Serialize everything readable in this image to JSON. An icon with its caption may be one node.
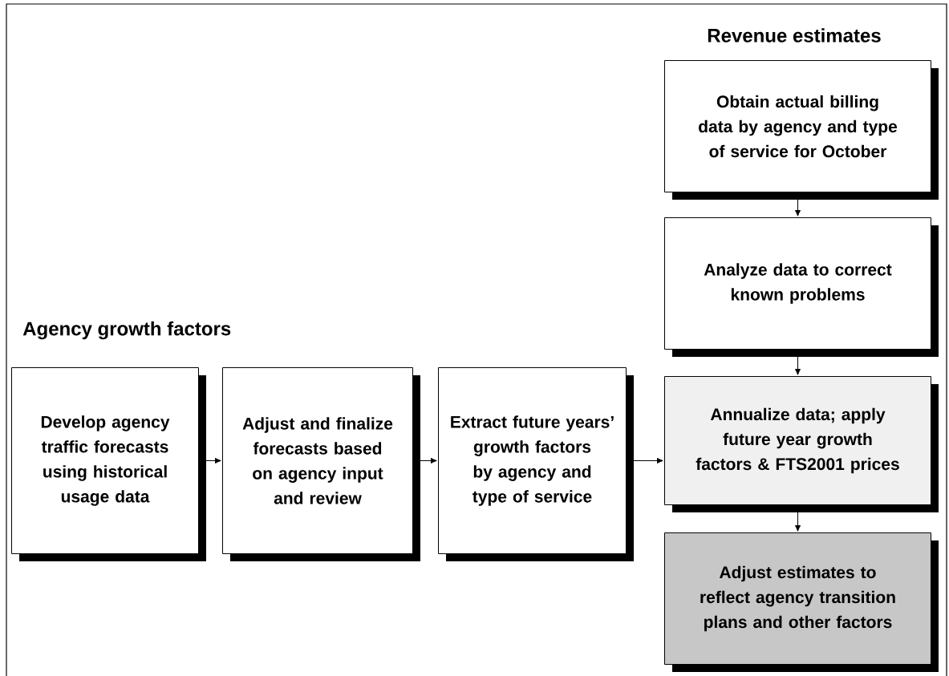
{
  "diagram": {
    "nodes": [
      {
        "text": [
          "Develop agency traffic forecasts using historical usage data"
        ]
      },
      {
        "text": [
          "Adjust and finalize forecasts based on agency input and review"
        ]
      },
      {
        "text": [
          "Extract future years’ growth factors by agency and type of service"
        ]
      },
      {
        "text": [
          "Obtain actual billing data by agency and type of service for October"
        ]
      },
      {
        "text": [
          "Analyze data to correct known problems"
        ]
      },
      {
        "text": [
          "Annualize data; apply future year growth factors & FTS2001 prices"
        ]
      },
      {
        "text": [
          "Adjust estimates to reflect agency transition plans and other factors"
        ]
      }
    ],
    "edges": [
      {
        "from": 0,
        "to": 1,
        "arrow": "to"
      },
      {
        "from": 1,
        "to": 2,
        "arrow": "to"
      },
      {
        "from": 2,
        "to": 5,
        "arrow": "to"
      },
      {
        "from": 3,
        "to": 4,
        "arrow": "to"
      },
      {
        "from": 4,
        "to": 5,
        "arrow": "to"
      },
      {
        "from": 5,
        "to": 6,
        "arrow": "to"
      }
    ],
    "labels": [
      "Revenue estimates",
      "Agency growth factors"
    ]
  }
}
